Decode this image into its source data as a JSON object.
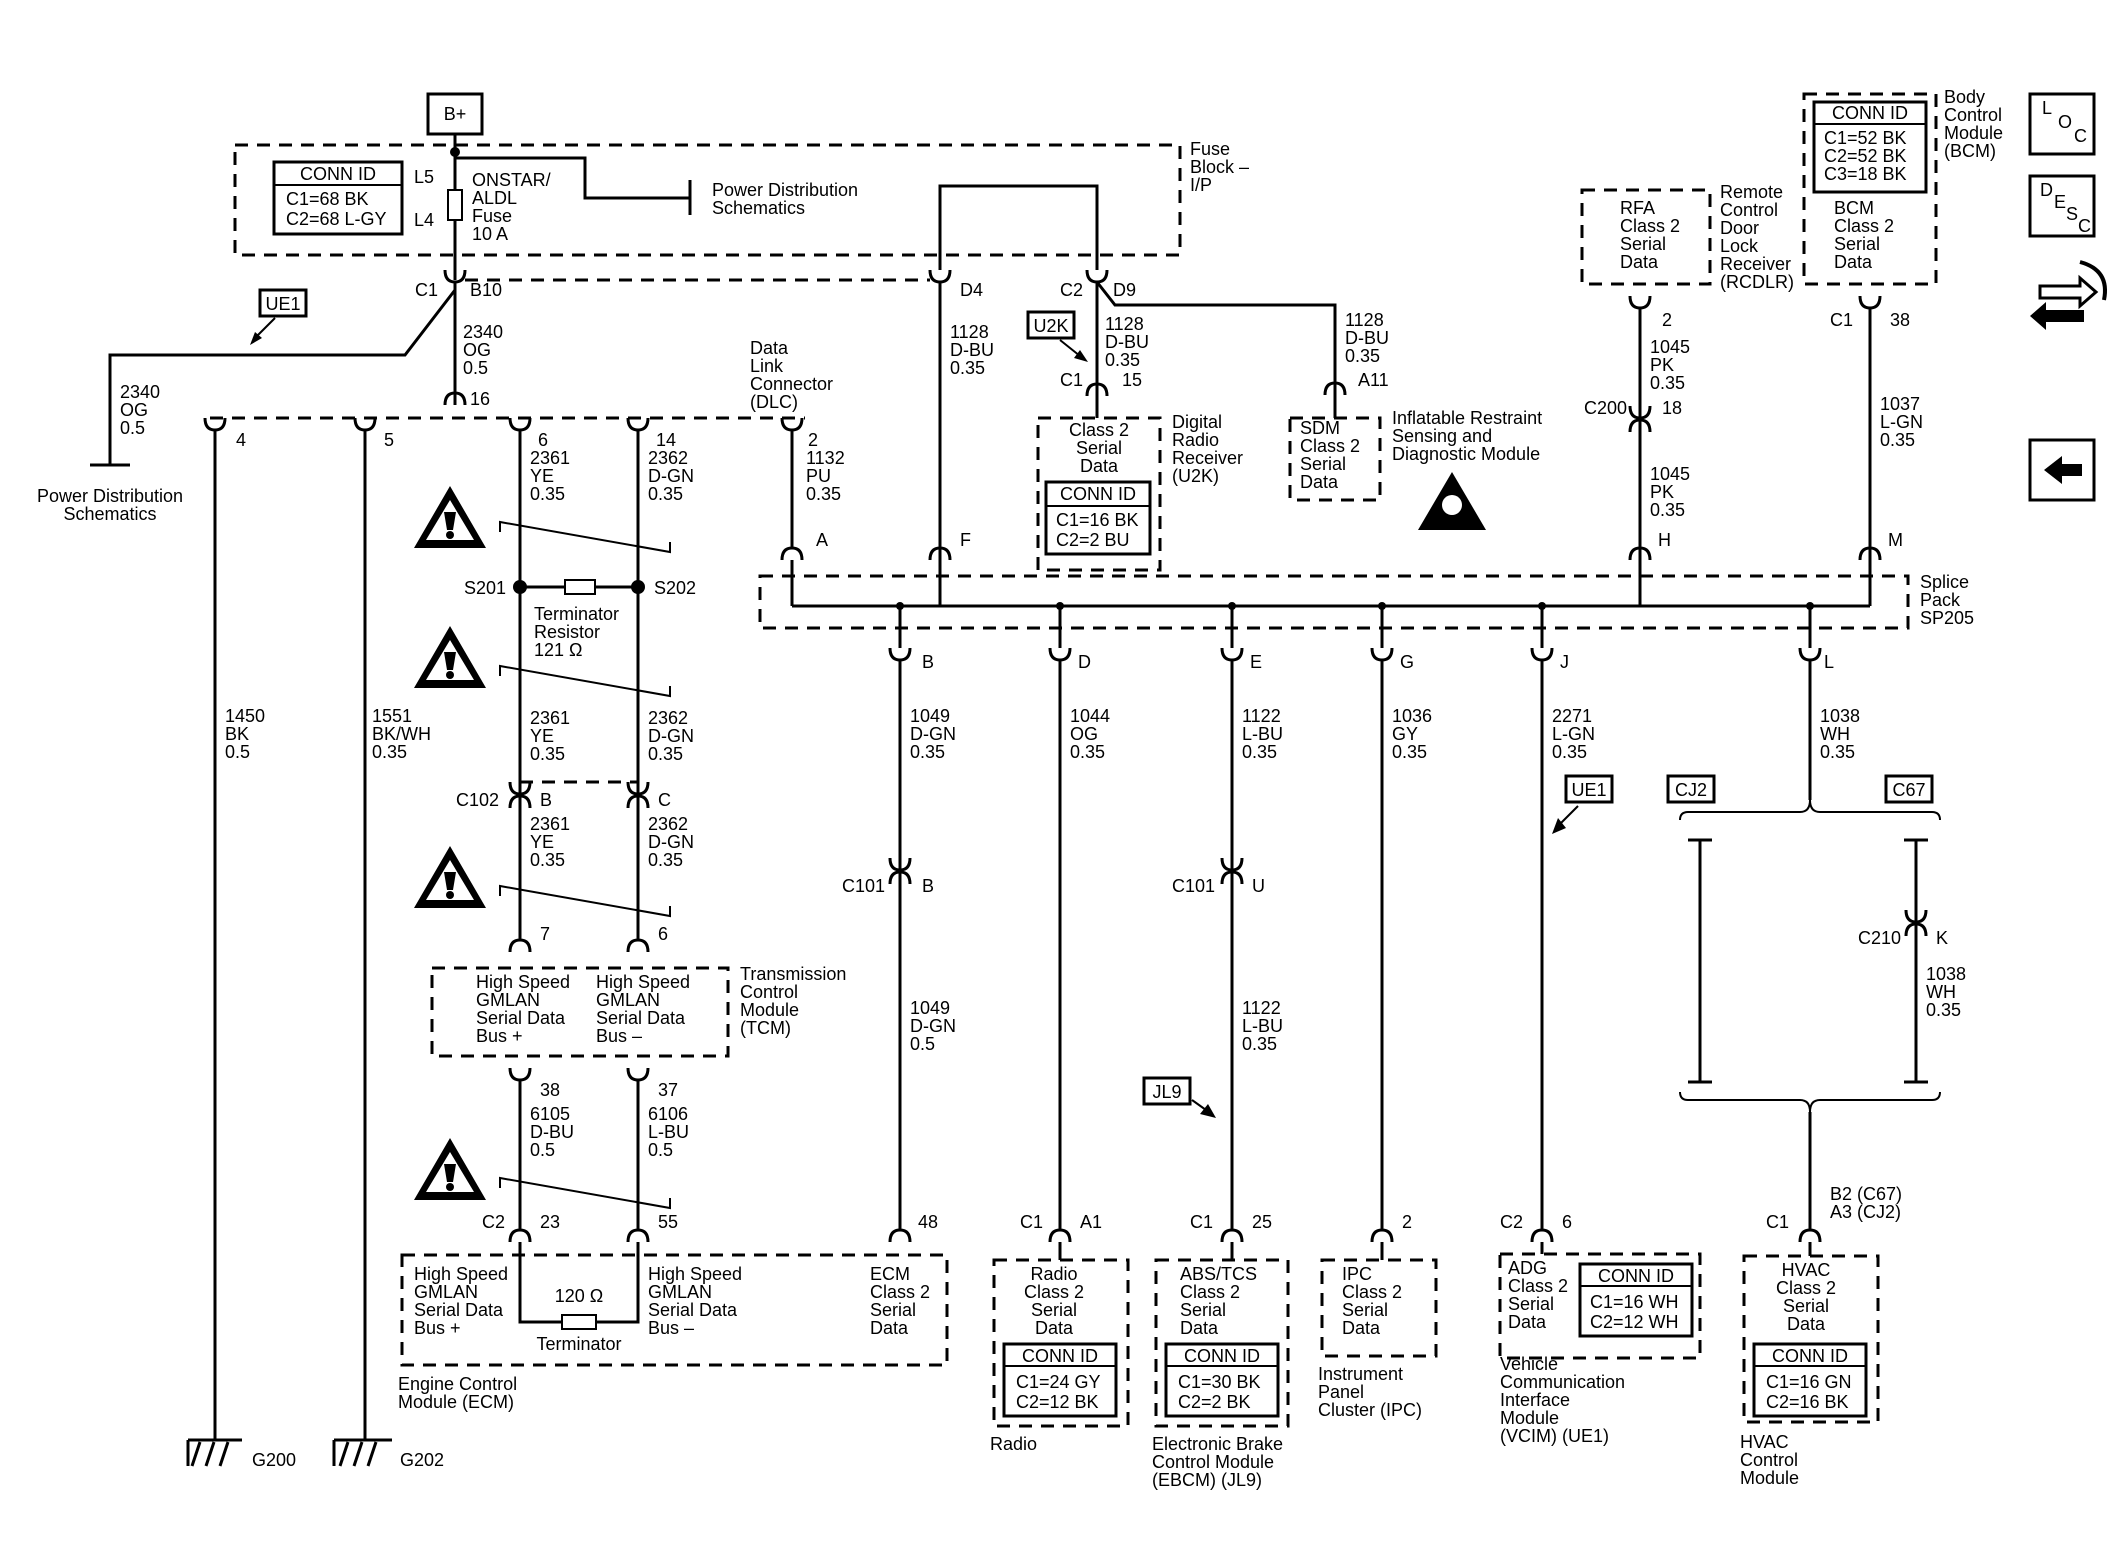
{
  "power": {
    "label": "B+"
  },
  "fuse_block": {
    "label": [
      "Fuse",
      "Block –",
      "I/P"
    ],
    "conn_id": {
      "title": "CONN ID",
      "lines": [
        "C1=68 BK",
        "C2=68 L-GY"
      ]
    },
    "l5": "L5",
    "l4": "L4",
    "fuse": [
      "ONSTAR/",
      "ALDL",
      "Fuse",
      "10 A"
    ],
    "pds": [
      "Power Distribution",
      "Schematics"
    ]
  },
  "top_conns": {
    "c1": "C1",
    "b10": "B10",
    "d4": "D4",
    "c2": "C2",
    "d9": "D9",
    "a11": "A11",
    "w16": "16",
    "c1b": "C1",
    "w15": "15"
  },
  "ue1": "UE1",
  "u2k": "U2K",
  "jl9": "JL9",
  "cj2": "CJ2",
  "c67": "C67",
  "wires": {
    "w2340a": [
      "2340",
      "OG",
      "0.5"
    ],
    "w2340b": [
      "2340",
      "OG",
      "0.5"
    ],
    "w1128a": [
      "1128",
      "D-BU",
      "0.35"
    ],
    "w1128b": [
      "1128",
      "D-BU",
      "0.35"
    ],
    "w1128c": [
      "1128",
      "D-BU",
      "0.35"
    ],
    "w2361a": [
      "2361",
      "YE",
      "0.35"
    ],
    "w2362a": [
      "2362",
      "D-GN",
      "0.35"
    ],
    "w1132": [
      "1132",
      "PU",
      "0.35"
    ],
    "w2361b": [
      "2361",
      "YE",
      "0.35"
    ],
    "w2362b": [
      "2362",
      "D-GN",
      "0.35"
    ],
    "w2361c": [
      "2361",
      "YE",
      "0.35"
    ],
    "w2362c": [
      "2362",
      "D-GN",
      "0.35"
    ],
    "w6105": [
      "6105",
      "D-BU",
      "0.5"
    ],
    "w6106": [
      "6106",
      "L-BU",
      "0.5"
    ],
    "w1450": [
      "1450",
      "BK",
      "0.5"
    ],
    "w1551": [
      "1551",
      "BK/WH",
      "0.35"
    ],
    "w1049a": [
      "1049",
      "D-GN",
      "0.35"
    ],
    "w1049b": [
      "1049",
      "D-GN",
      "0.5"
    ],
    "w1044": [
      "1044",
      "OG",
      "0.35"
    ],
    "w1122a": [
      "1122",
      "L-BU",
      "0.35"
    ],
    "w1122b": [
      "1122",
      "L-BU",
      "0.35"
    ],
    "w1036": [
      "1036",
      "GY",
      "0.35"
    ],
    "w2271": [
      "2271",
      "L-GN",
      "0.35"
    ],
    "w1038a": [
      "1038",
      "WH",
      "0.35"
    ],
    "w1038b": [
      "1038",
      "WH",
      "0.35"
    ],
    "w1045a": [
      "1045",
      "PK",
      "0.35"
    ],
    "w1045b": [
      "1045",
      "PK",
      "0.35"
    ],
    "w1037": [
      "1037",
      "L-GN",
      "0.35"
    ]
  },
  "power_distribution": [
    "Power Distribution",
    "Schematics"
  ],
  "dlc": {
    "label": [
      "Data",
      "Link",
      "Connector",
      "(DLC)"
    ],
    "pins": [
      "4",
      "5",
      "16",
      "6",
      "14",
      "2"
    ]
  },
  "u2k_module": {
    "lines": [
      "Class 2",
      "Serial",
      "Data"
    ],
    "conn_id": {
      "title": "CONN ID",
      "lines": [
        "C1=16 BK",
        "C2=2 BU"
      ]
    },
    "label": [
      "Digital",
      "Radio",
      "Receiver",
      "(U2K)"
    ]
  },
  "sdm": {
    "lines": [
      "SDM",
      "Class 2",
      "Serial",
      "Data"
    ],
    "label": [
      "Inflatable Restraint",
      "Sensing and",
      "Diagnostic Module"
    ]
  },
  "rfa": {
    "lines": [
      "RFA",
      "Class 2",
      "Serial",
      "Data"
    ],
    "label": [
      "Remote",
      "Control",
      "Door",
      "Lock",
      "Receiver",
      "(RCDLR)"
    ],
    "pin": "2",
    "c200": "C200",
    "pin18": "18"
  },
  "bcm": {
    "conn_id": {
      "title": "CONN ID",
      "lines": [
        "C1=52 BK",
        "C2=52 BK",
        "C3=18 BK"
      ]
    },
    "lines": [
      "BCM",
      "Class 2",
      "Serial",
      "Data"
    ],
    "label": [
      "Body",
      "Control",
      "Module",
      "(BCM)"
    ],
    "c1": "C1",
    "pin": "38"
  },
  "nav": {
    "loc": [
      "L",
      "O",
      "C"
    ],
    "desc": [
      "D",
      "E",
      "S",
      "C"
    ]
  },
  "splice": {
    "label": [
      "Splice",
      "Pack",
      "SP205"
    ],
    "top_pins": [
      "A",
      "F",
      "H",
      "M"
    ],
    "bottom_pins": [
      "B",
      "D",
      "E",
      "G",
      "J",
      "L"
    ]
  },
  "splices": {
    "s201": "S201",
    "s202": "S202"
  },
  "terminator_resistor": {
    "lines": [
      "Terminator",
      "Resistor",
      "121 Ω"
    ]
  },
  "c102": {
    "label": "C102",
    "b": "B",
    "c": "C"
  },
  "tcm": {
    "left": [
      "High Speed",
      "GMLAN",
      "Serial Data",
      "Bus +"
    ],
    "right": [
      "High Speed",
      "GMLAN",
      "Serial Data",
      "Bus –"
    ],
    "label": [
      "Transmission",
      "Control",
      "Module",
      "(TCM)"
    ],
    "pins": [
      "7",
      "6",
      "38",
      "37"
    ]
  },
  "ecm": {
    "left": [
      "High Speed",
      "GMLAN",
      "Serial Data",
      "Bus +"
    ],
    "mid": [
      "High Speed",
      "GMLAN",
      "Serial Data",
      "Bus –"
    ],
    "right": [
      "ECM",
      "Class 2",
      "Serial",
      "Data"
    ],
    "label": [
      "Engine Control",
      "Module (ECM)"
    ],
    "c2": "C2",
    "pins": [
      "23",
      "55",
      "48"
    ],
    "term": "120 Ω",
    "term_label": "Terminator"
  },
  "c101a": {
    "label": "C101",
    "pin": "B"
  },
  "c101b": {
    "label": "C101",
    "pin": "U"
  },
  "radio": {
    "lines": [
      "Radio",
      "Class 2",
      "Serial",
      "Data"
    ],
    "conn_id": {
      "title": "CONN ID",
      "lines": [
        "C1=24 GY",
        "C2=12 BK"
      ]
    },
    "label": [
      "Radio"
    ],
    "c1": "C1",
    "pin": "A1"
  },
  "ebcm": {
    "lines": [
      "ABS/TCS",
      "Class 2",
      "Serial",
      "Data"
    ],
    "conn_id": {
      "title": "CONN ID",
      "lines": [
        "C1=30 BK",
        "C2=2 BK"
      ]
    },
    "label": [
      "Electronic Brake",
      "Control Module",
      "(EBCM) (JL9)"
    ],
    "c1": "C1",
    "pin": "25"
  },
  "ipc": {
    "lines": [
      "IPC",
      "Class 2",
      "Serial",
      "Data"
    ],
    "label": [
      "Instrument",
      "Panel",
      "Cluster (IPC)"
    ],
    "pin": "2"
  },
  "vcim": {
    "lines": [
      "ADG",
      "Class 2",
      "Serial",
      "Data"
    ],
    "conn_id": {
      "title": "CONN ID",
      "lines": [
        "C1=16 WH",
        "C2=12 WH"
      ]
    },
    "label": [
      "Vehicle",
      "Communication",
      "Interface",
      "Module",
      "(VCIM) (UE1)"
    ],
    "c2": "C2",
    "pin": "6"
  },
  "c210": {
    "label": "C210",
    "pin": "K"
  },
  "hvac": {
    "lines": [
      "HVAC",
      "Class 2",
      "Serial",
      "Data"
    ],
    "conn_id": {
      "title": "CONN ID",
      "lines": [
        "C1=16 GN",
        "C2=16 BK"
      ]
    },
    "label": [
      "HVAC",
      "Control",
      "Module"
    ],
    "c1": "C1",
    "pin": [
      "B2 (C67)",
      "A3 (CJ2)"
    ]
  },
  "grounds": {
    "g200": "G200",
    "g202": "G202"
  }
}
